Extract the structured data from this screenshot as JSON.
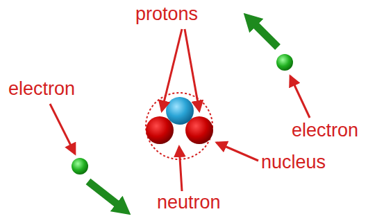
{
  "diagram": {
    "labels": [
      "protons",
      "electron",
      "electron",
      "nucleus",
      "neutron"
    ]
  }
}
